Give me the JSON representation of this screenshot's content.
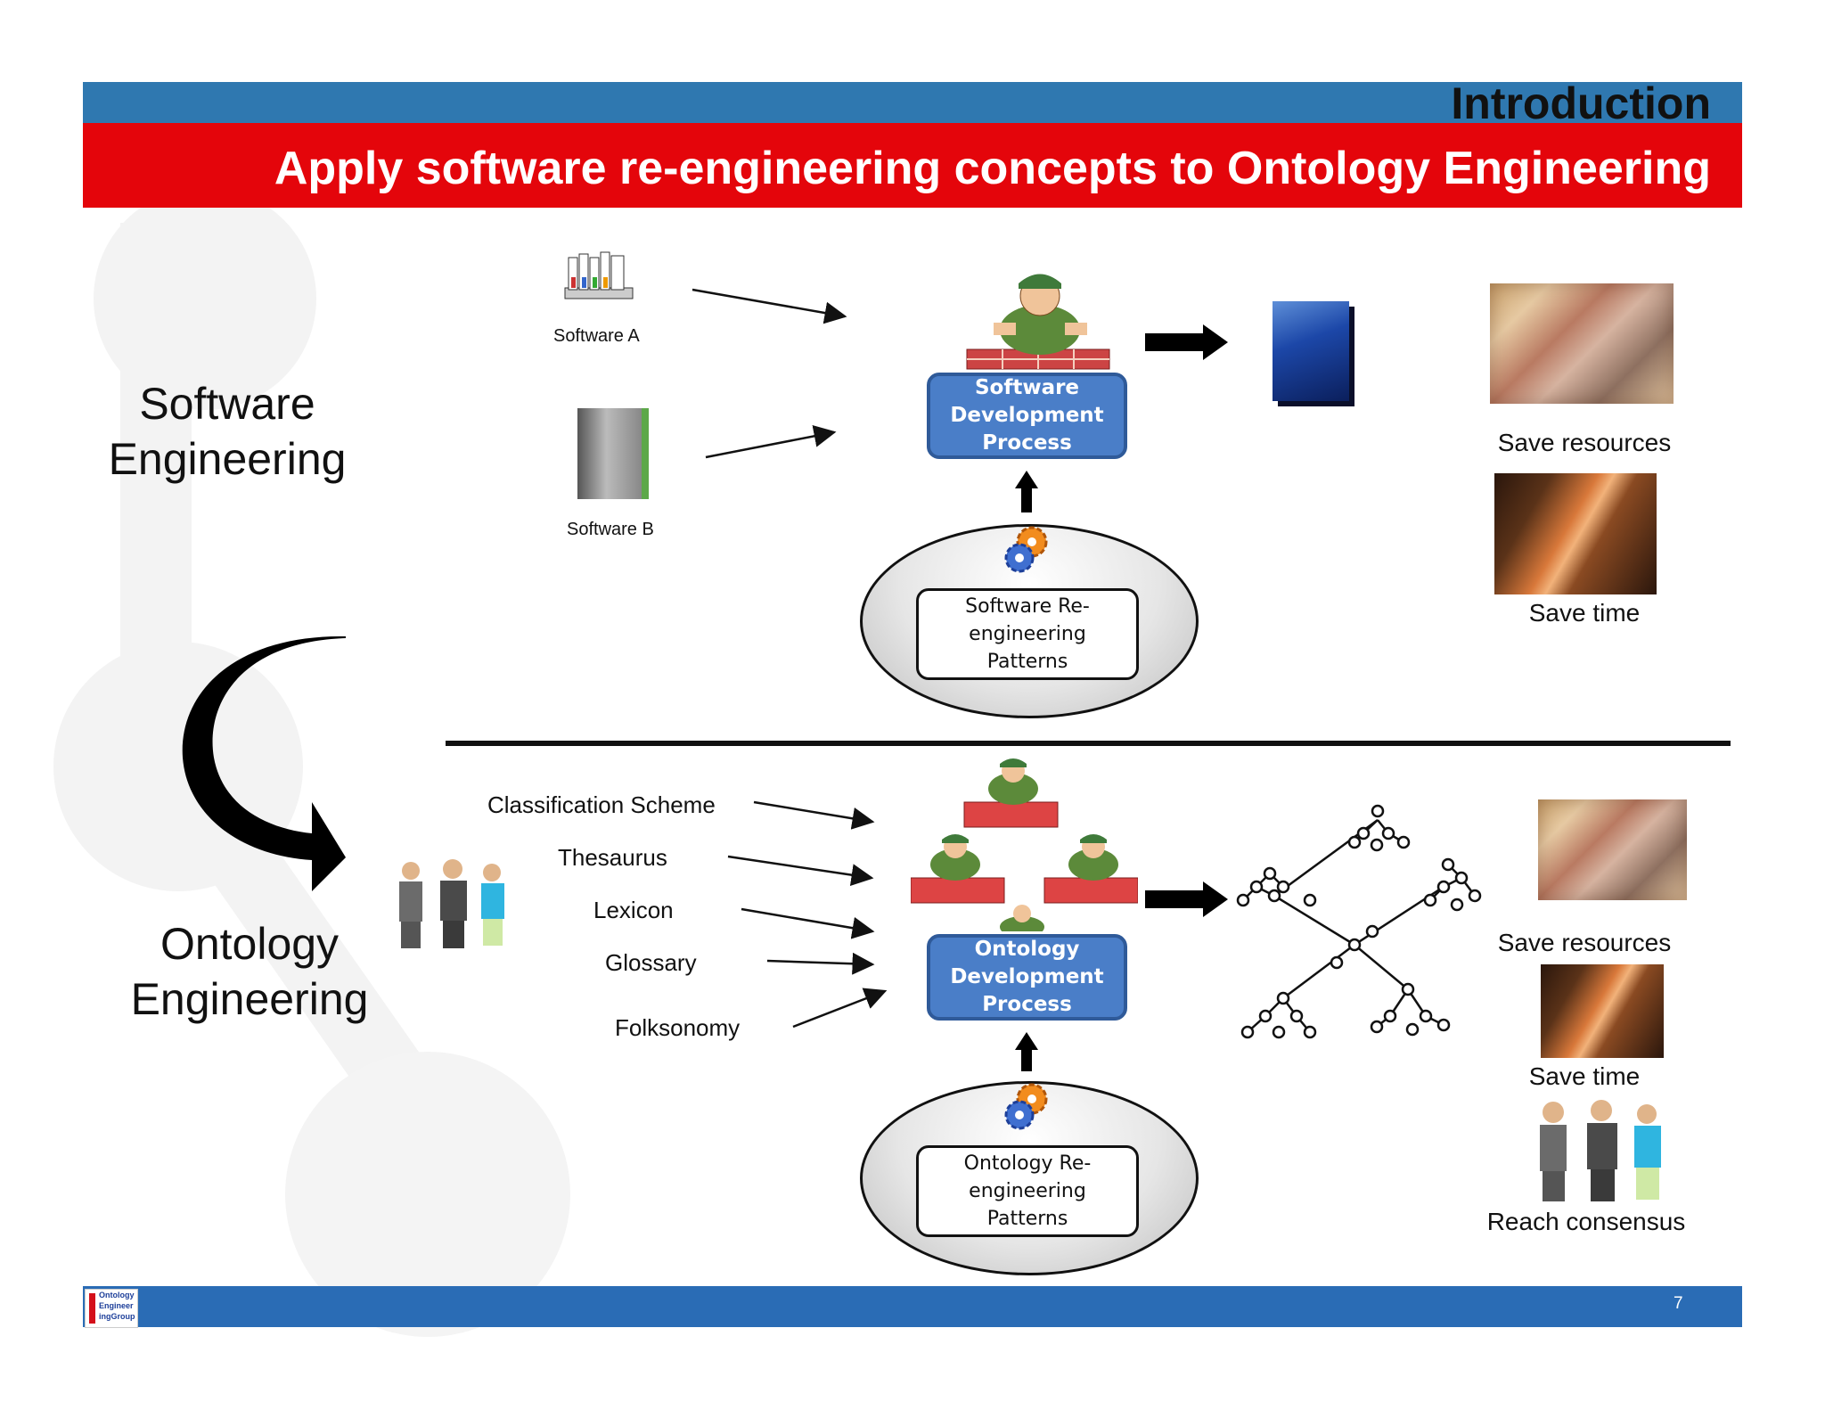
{
  "header": {
    "section_title": "Introduction",
    "slide_title": "Apply software re-engineering concepts to Ontology Engineering"
  },
  "software_engineering": {
    "label_line1": "Software",
    "label_line2": "Engineering",
    "inputs": [
      "Software A",
      "Software B"
    ],
    "process": {
      "line1": "Software",
      "line2": "Development",
      "line3": "Process"
    },
    "patterns": {
      "line1": "Software Re-",
      "line2": "engineering",
      "line3": "Patterns"
    },
    "benefits": [
      "Save resources",
      "Save time"
    ]
  },
  "ontology_engineering": {
    "label_line1": "Ontology",
    "label_line2": "Engineering",
    "inputs": [
      "Classification Scheme",
      "Thesaurus",
      "Lexicon",
      "Glossary",
      "Folksonomy"
    ],
    "process": {
      "line1": "Ontology",
      "line2": "Development",
      "line3": "Process"
    },
    "patterns": {
      "line1": "Ontology Re-",
      "line2": "engineering",
      "line3": "Patterns"
    },
    "benefits": [
      "Save resources",
      "Save time",
      "Reach consensus"
    ]
  },
  "footer": {
    "page_number": "7",
    "logo_text": [
      "Ontology",
      "Engineer",
      "ingGroup"
    ]
  },
  "colors": {
    "header_blue": "#2f78b0",
    "header_red": "#e4050b",
    "footer_blue": "#2a6cb5",
    "process_box": "#4a7ec8"
  },
  "icons": [
    "software-box-icon",
    "worker-icon",
    "product-box-icon",
    "money-icon",
    "hourglass-icon",
    "gear-icon",
    "people-handshake-icon",
    "ontology-tree-icon",
    "curved-arrow-icon"
  ]
}
